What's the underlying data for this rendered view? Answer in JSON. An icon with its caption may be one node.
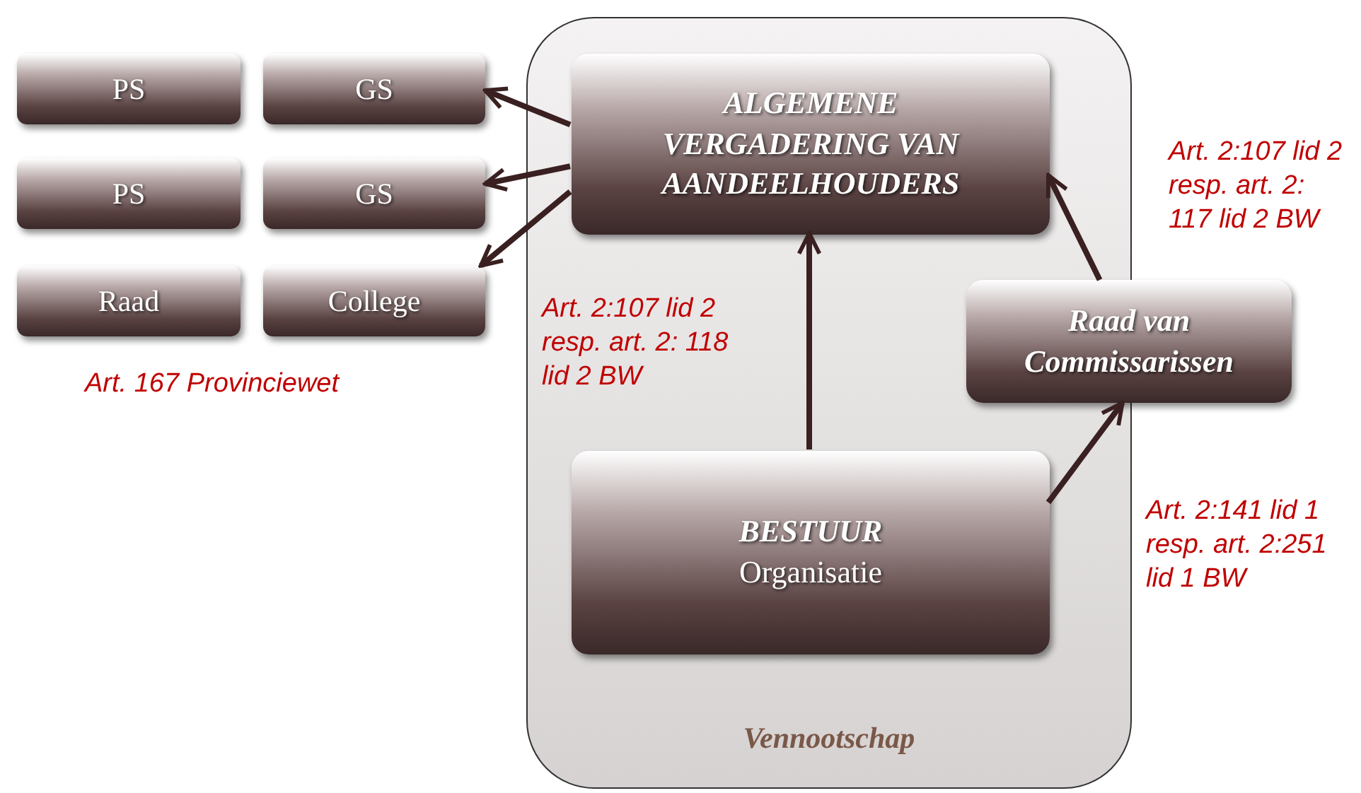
{
  "diagram": {
    "nodes": [
      {
        "text": [
          "Vennootschap"
        ]
      },
      {
        "text": [
          "ALGEMENE VERGADERING VAN AANDEELHOUDERS"
        ],
        "in": 0
      },
      {
        "text": [
          "Raad van Commissarissen"
        ]
      },
      {
        "text": [
          "BESTUUR",
          "Organisatie"
        ],
        "in": 0
      },
      {
        "text": [
          "PS"
        ]
      },
      {
        "text": [
          "GS"
        ]
      },
      {
        "text": [
          "PS"
        ]
      },
      {
        "text": [
          "GS"
        ]
      },
      {
        "text": [
          "Raad"
        ]
      },
      {
        "text": [
          "College"
        ]
      }
    ],
    "edges": [
      {
        "from": 1,
        "to": 5,
        "arrow": "to"
      },
      {
        "from": 1,
        "to": 7,
        "arrow": "to"
      },
      {
        "from": 1,
        "to": 9,
        "arrow": "to"
      },
      {
        "from": 3,
        "to": 1,
        "arrow": "to"
      },
      {
        "from": 2,
        "to": 1,
        "arrow": "to"
      },
      {
        "from": 3,
        "to": 2,
        "arrow": "to"
      }
    ],
    "labels": [
      "Art. 2:107 lid 2 resp. art. 2: 117 lid 2 BW",
      "Art. 2:107 lid 2 resp. art. 2: 118 lid 2 BW",
      "Art. 167 Provinciewet",
      "Art. 2:141 lid 1 resp. art. 2:251 lid 1 BW"
    ]
  }
}
